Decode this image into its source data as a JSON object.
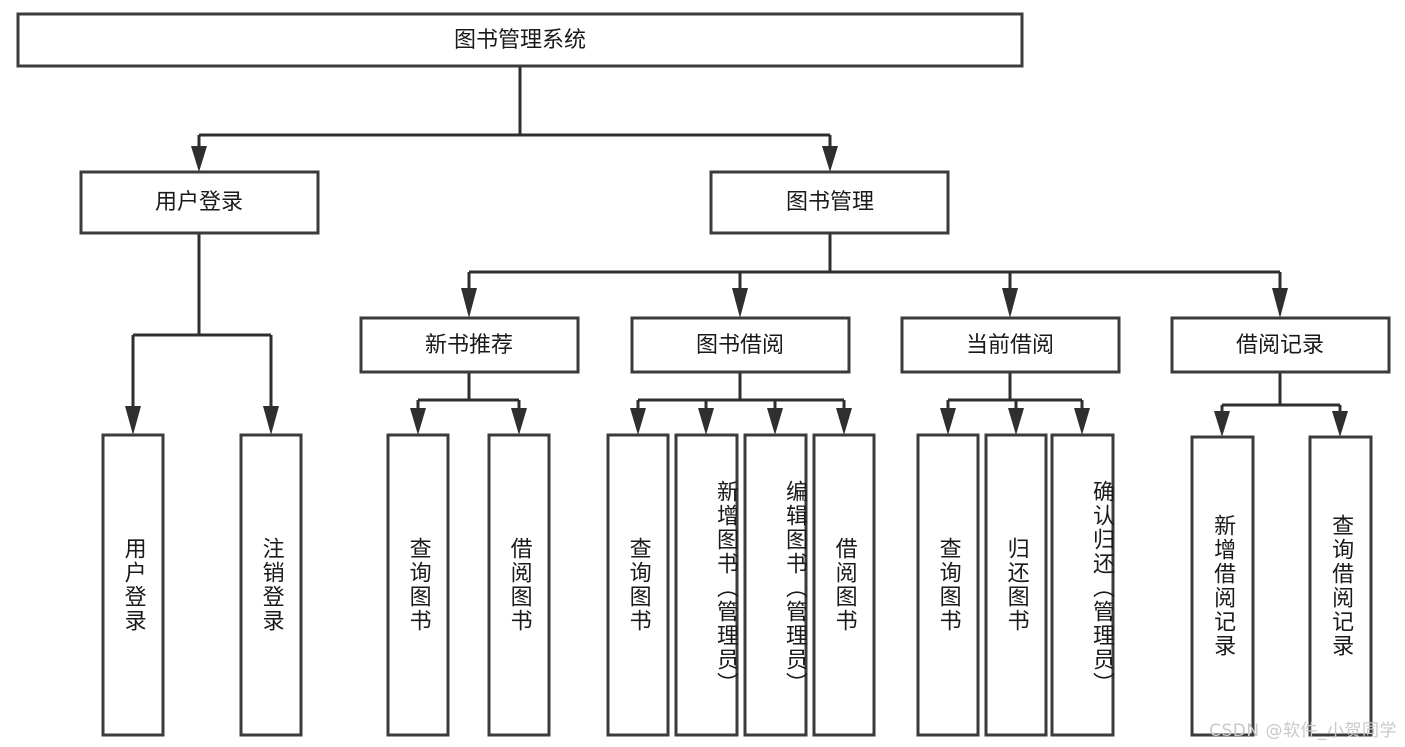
{
  "diagram": {
    "title": "图书管理系统",
    "type": "hierarchy-tree",
    "watermark": "CSDN @软件_小贺同学",
    "colors": {
      "box_stroke": "#3b3b3b",
      "connector": "#2f2f2f",
      "text": "#1a1a1a",
      "background": "#ffffff",
      "watermark": "#c9c9c9"
    },
    "root": {
      "label": "图书管理系统"
    },
    "level2": [
      {
        "label": "用户登录"
      },
      {
        "label": "图书管理"
      }
    ],
    "level3": [
      {
        "label": "新书推荐"
      },
      {
        "label": "图书借阅"
      },
      {
        "label": "当前借阅"
      },
      {
        "label": "借阅记录"
      }
    ],
    "leaves": {
      "user_login": [
        {
          "label": "用户登录"
        },
        {
          "label": "注销登录"
        }
      ],
      "new_book_recommend": [
        {
          "label": "查询图书"
        },
        {
          "label": "借阅图书"
        }
      ],
      "book_borrow": [
        {
          "label": "查询图书"
        },
        {
          "label": "新增图书（管理员）"
        },
        {
          "label": "编辑图书（管理员）"
        },
        {
          "label": "借阅图书"
        }
      ],
      "current_borrow": [
        {
          "label": "查询图书"
        },
        {
          "label": "归还图书"
        },
        {
          "label": "确认归还（管理员）"
        }
      ],
      "borrow_record": [
        {
          "label": "新增借阅记录"
        },
        {
          "label": "查询借阅记录"
        }
      ]
    }
  }
}
